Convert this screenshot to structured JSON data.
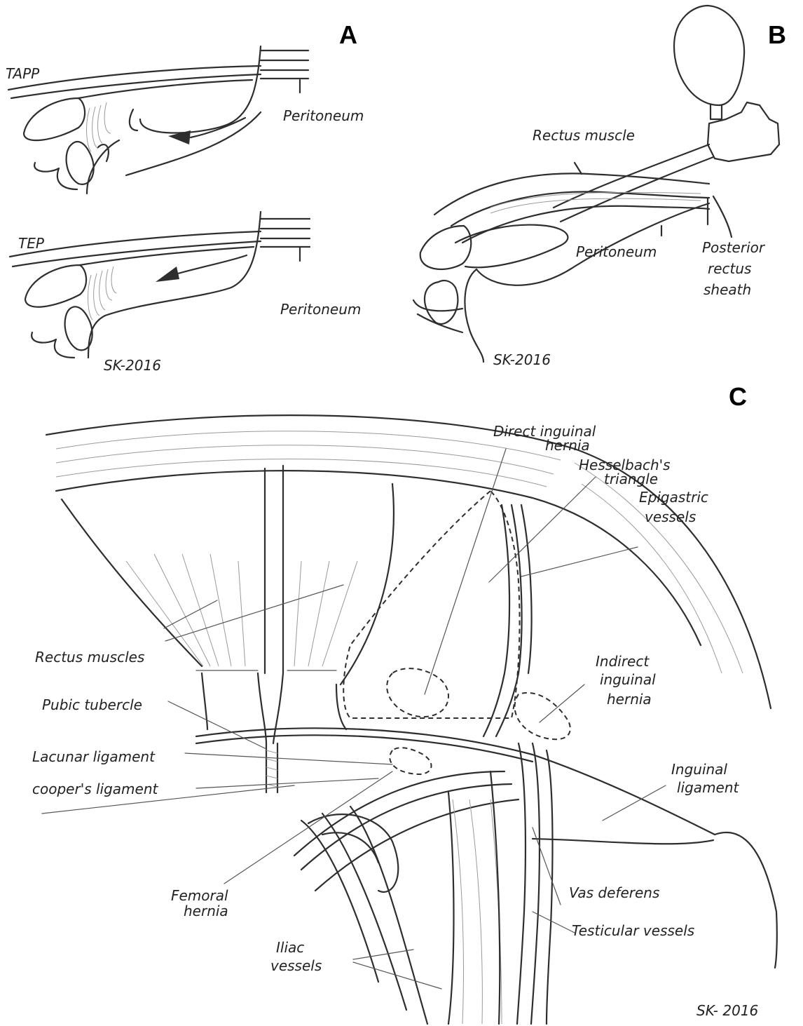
{
  "panels": {
    "a": "A",
    "b": "B",
    "c": "C"
  },
  "panel_a": {
    "tapp": "TAPP",
    "tep": "TEP",
    "peritoneum_top": "Peritoneum",
    "peritoneum_bottom": "Peritoneum",
    "signature": "SK-2016"
  },
  "panel_b": {
    "rectus_muscle": "Rectus muscle",
    "peritoneum": "Peritoneum",
    "posterior_line1": "Posterior",
    "posterior_line2": "rectus",
    "posterior_line3": "sheath",
    "signature": "SK-2016"
  },
  "panel_c": {
    "direct_line1": "Direct inguinal",
    "direct_line2": "hernia",
    "hesselbach_line1": "Hesselbach's",
    "hesselbach_line2": "triangle",
    "epigastric_line1": "Epigastric",
    "epigastric_line2": "vessels",
    "rectus_muscles": "Rectus muscles",
    "pubic_tubercle": "Pubic tubercle",
    "lacunar_ligament": "Lacunar ligament",
    "coopers_ligament": "cooper's ligament",
    "indirect_line1": "Indirect",
    "indirect_line2": "inguinal",
    "indirect_line3": "hernia",
    "inguinal_line1": "Inguinal",
    "inguinal_line2": "ligament",
    "femoral_line1": "Femoral",
    "femoral_line2": "hernia",
    "iliac_line1": "Iliac",
    "iliac_line2": "vessels",
    "vas_deferens": "Vas deferens",
    "testicular_vessels": "Testicular vessels",
    "signature": "SK- 2016"
  }
}
